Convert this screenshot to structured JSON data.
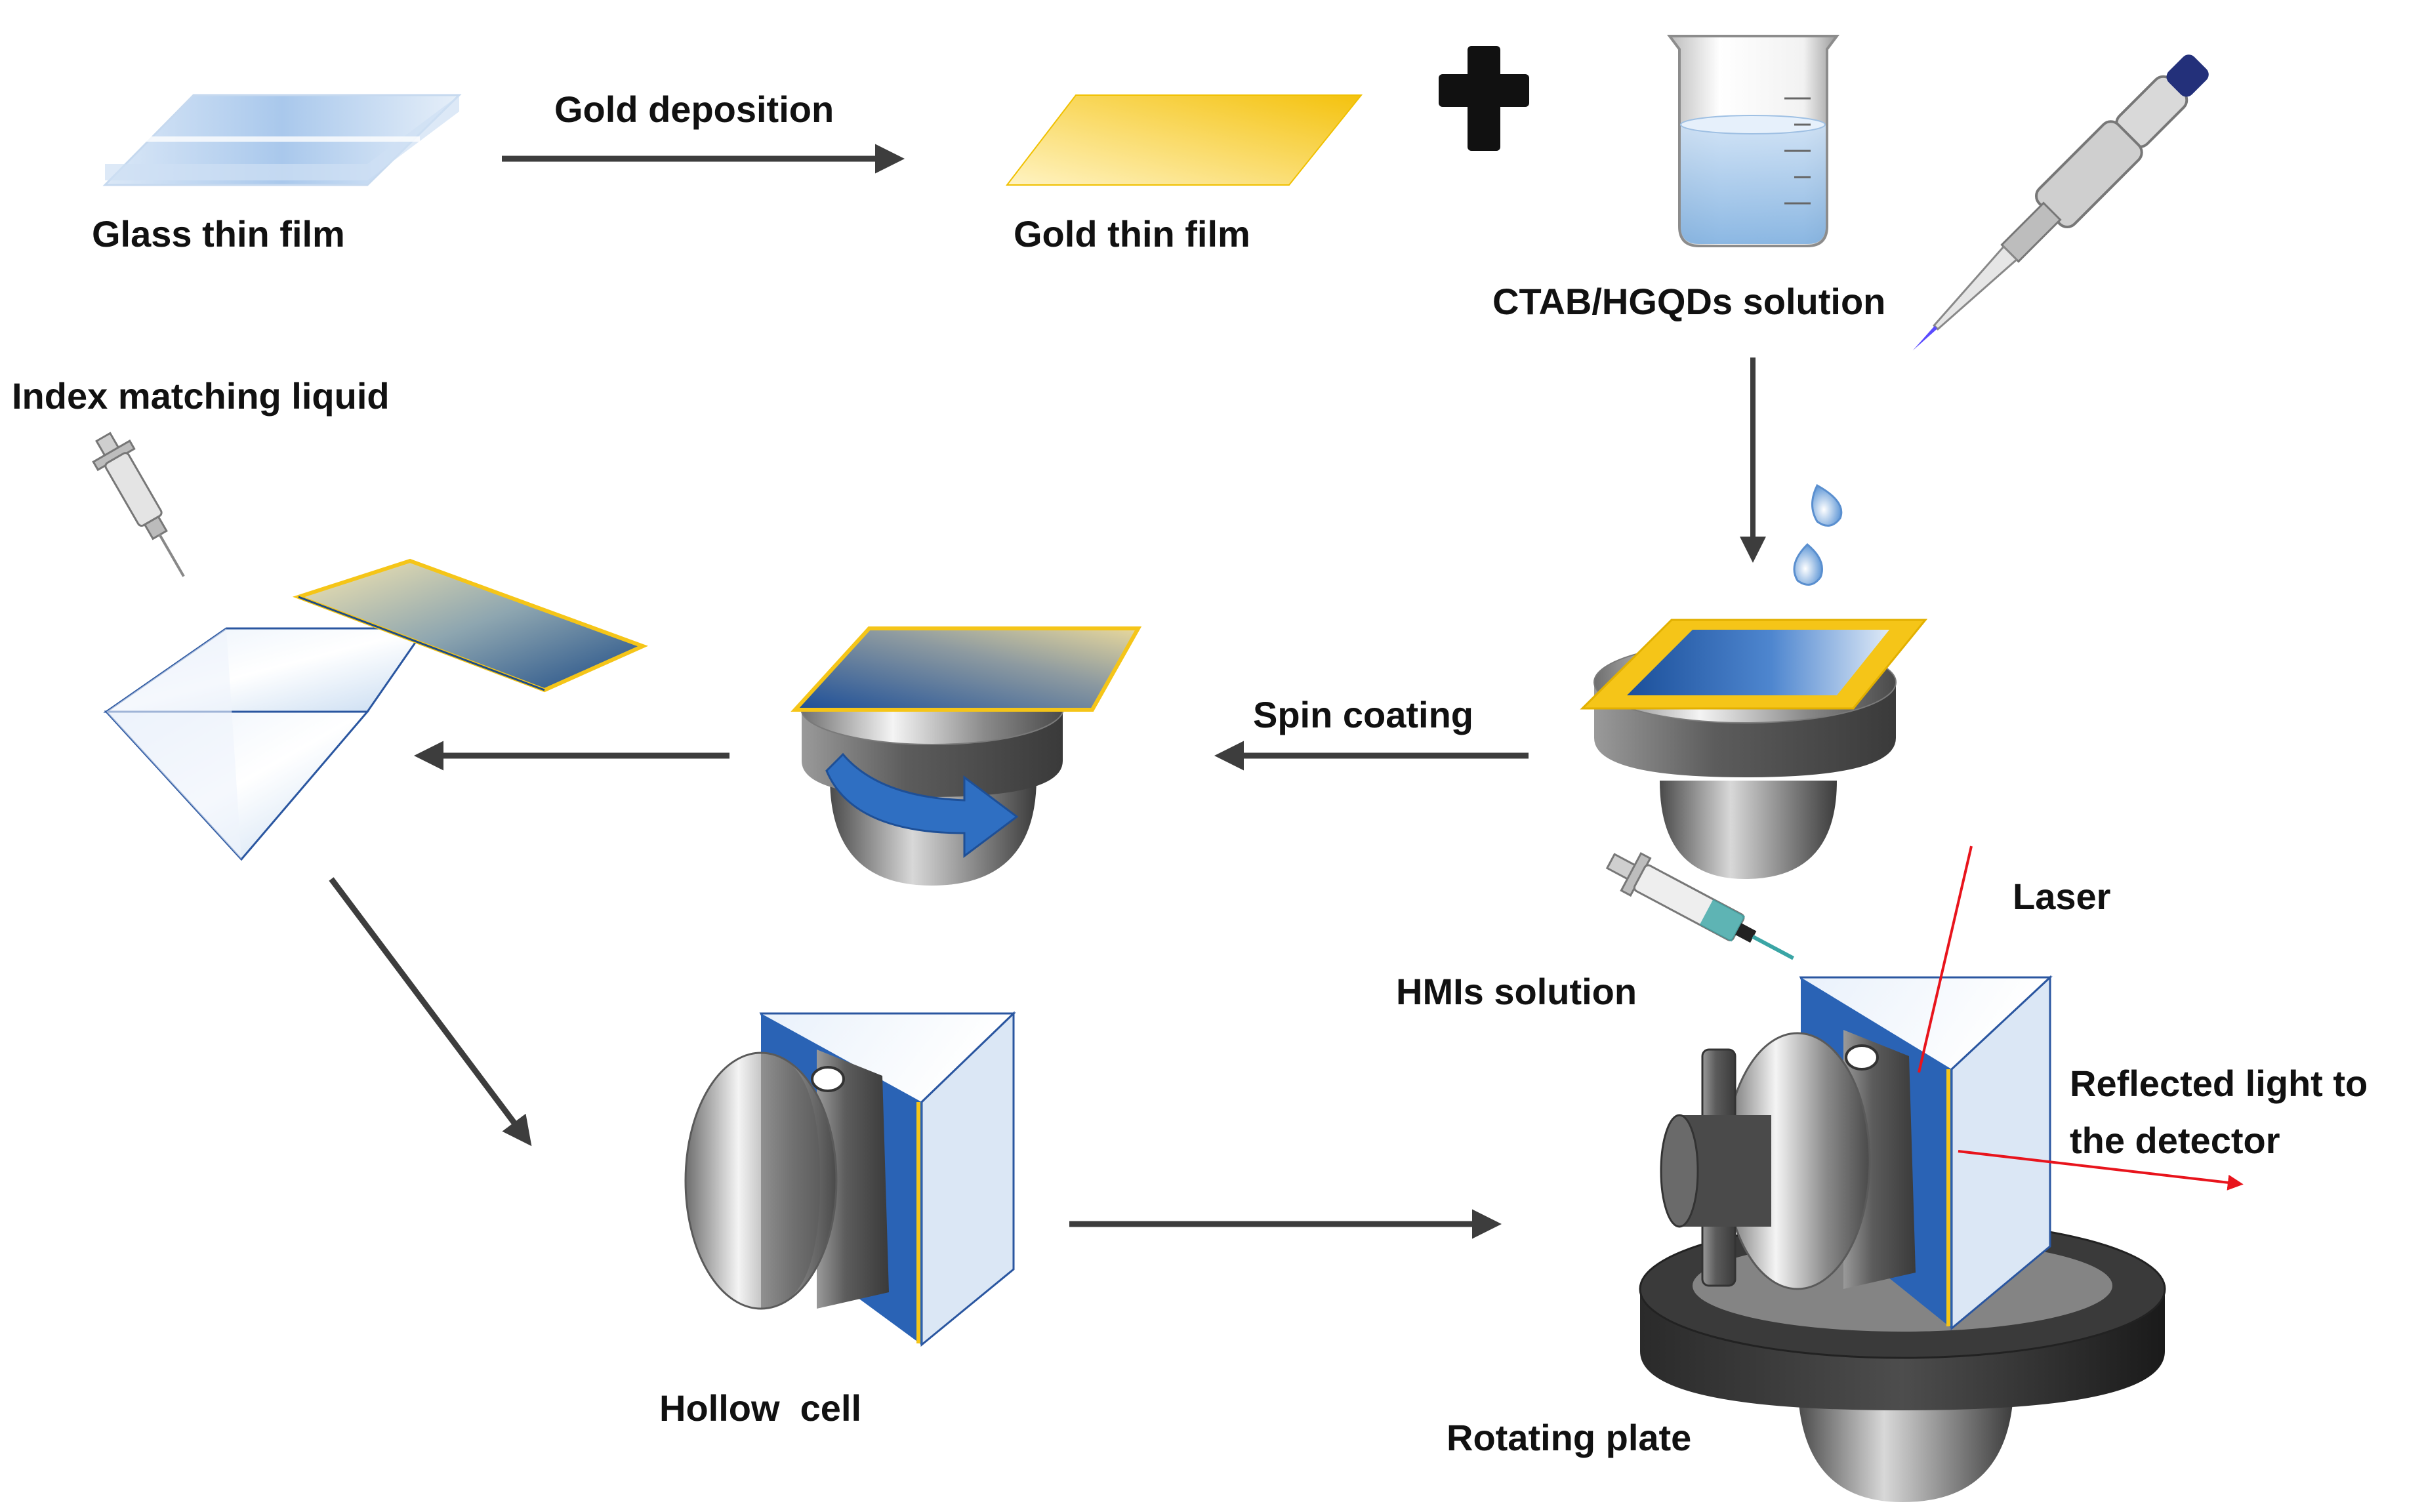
{
  "labels": {
    "glass_thin_film": "Glass thin film",
    "gold_deposition": "Gold deposition",
    "gold_thin_film": "Gold thin film",
    "ctab_hgqds_solution": "CTAB/HGQDs solution",
    "index_matching_liquid": "Index matching liquid",
    "spin_coating": "Spin coating",
    "laser": "Laser",
    "hmis_solution": "HMIs solution",
    "reflected_light_line1": "Reflected light to",
    "reflected_light_line2": "the detector",
    "hollow_cell": "Hollow  cell",
    "rotating_plate": "Rotating plate"
  },
  "colors": {
    "arrow": "#3d3d3d",
    "gold": "#f5c518",
    "glass": "#b9d3ee",
    "blue_film": "#1f5fa8",
    "metal": "#7a7a7a",
    "laser": "#e8141c"
  }
}
